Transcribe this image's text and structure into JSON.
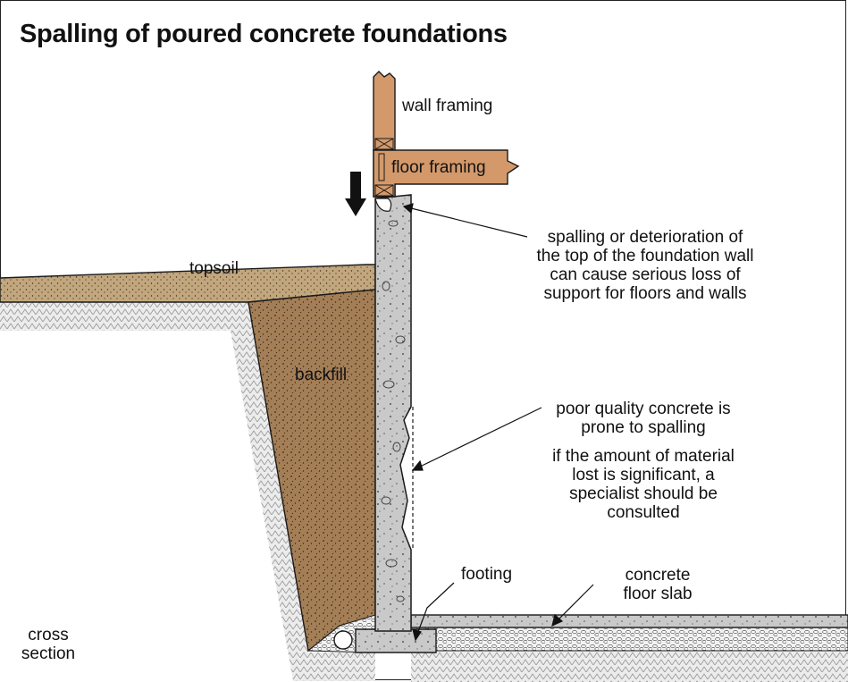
{
  "title": "Spalling of poured concrete foundations",
  "labels": {
    "wall_framing": "wall framing",
    "floor_framing": "floor framing",
    "topsoil": "topsoil",
    "backfill": "backfill",
    "footing": "footing",
    "slab_line1": "concrete",
    "slab_line2": "floor slab",
    "cross_line1": "cross",
    "cross_line2": "section"
  },
  "callouts": {
    "top_spalling": [
      "spalling or deterioration of",
      "the top of the foundation wall",
      "can cause serious loss of",
      "support for floors and walls"
    ],
    "poor_quality": [
      "poor quality concrete is",
      "prone to spalling"
    ],
    "specialist": [
      "if the amount of material",
      "lost is significant, a",
      "specialist should be",
      "consulted"
    ]
  },
  "colors": {
    "wood": "#d4996a",
    "soil": "#a07b54",
    "topsoil": "#c0a47a",
    "concrete": "#c6c6c6",
    "gravel": "#e4e4e4",
    "undisturbed": "#d4d4d4",
    "outline": "#1a1a1a"
  }
}
